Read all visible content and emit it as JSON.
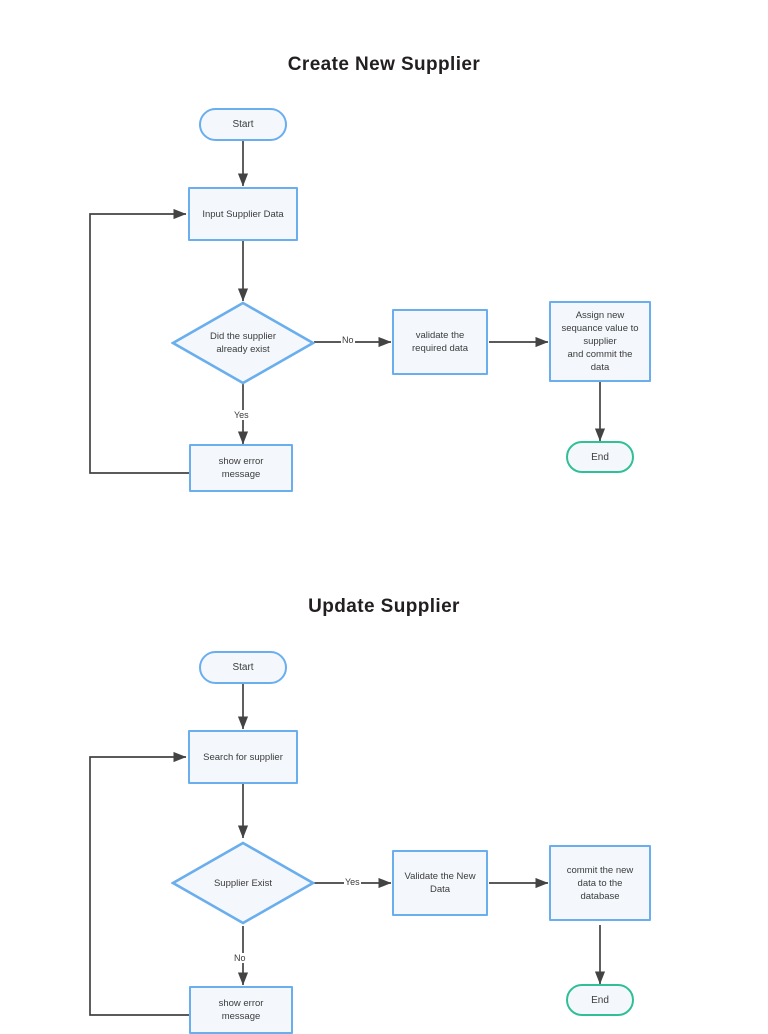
{
  "page": {
    "background": "#ffffff",
    "node_fill": "#f4f8fc",
    "node_stroke": "#6aaeee",
    "end_stroke": "#31bf96",
    "line_color": "#434343",
    "text_color": "#3b3b3b"
  },
  "diagrams": [
    {
      "id": "create-new-supplier",
      "title": "Create New Supplier",
      "nodes": {
        "start": "Start",
        "input": "Input Supplier Data",
        "decision": "Did the supplier\nalready exist",
        "validate": "validate the\nrequired data",
        "assign": "Assign new\nsequance value to\nsupplier\nand commit the\ndata",
        "error": "show error\nmessage",
        "end": "End"
      },
      "edge_labels": {
        "no": "No",
        "yes": "Yes"
      }
    },
    {
      "id": "update-supplier",
      "title": "Update Supplier",
      "nodes": {
        "start": "Start",
        "search": "Search for supplier",
        "decision": "Supplier Exist",
        "validate": "Validate the New\nData",
        "commit": "commit the new\ndata to the\ndatabase",
        "error": "show error\nmessage",
        "end": "End"
      },
      "edge_labels": {
        "yes": "Yes",
        "no": "No"
      }
    }
  ]
}
